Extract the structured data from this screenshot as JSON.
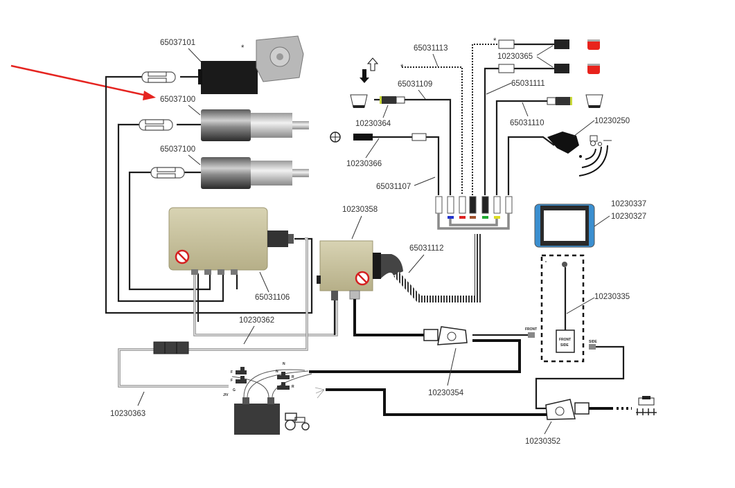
{
  "diagram": {
    "title": "Sprayer control system wiring diagram",
    "highlight_color": "#e52420",
    "highlight_target": "65037100",
    "parts": {
      "motor_top": "65037101",
      "motor_mid": "65037100",
      "motor_low": "65037100",
      "control_box": "65031106",
      "junction_box": "10230358",
      "cable_65031112": "65031112",
      "cable_10230362": "10230362",
      "cable_10230363": "10230363",
      "cable_65031113": "65031113",
      "cable_65031109": "65031109",
      "sensor_10230364": "10230364",
      "sensor_10230366": "10230366",
      "cable_65031107": "65031107",
      "lamps_10230365": "10230365",
      "cable_65031111": "65031111",
      "cable_65031110": "65031110",
      "sensor_10230250": "10230250",
      "terminal_a": "10230337",
      "terminal_b": "10230327",
      "cable_10230335": "10230335",
      "connector_10230354": "10230354",
      "connector_10230352": "10230352"
    },
    "asterisk": "*",
    "small_labels": {
      "front": "FRONT",
      "side": "SIDE",
      "box_line1": "FRONT",
      "box_line2": "SIDE",
      "batt_f1": "F",
      "batt_f2": "F",
      "batt_n1": "N",
      "batt_n2": "N",
      "batt_r1": "R",
      "batt_r2": "R",
      "batt_g": "G",
      "batt_jv": "J/V"
    },
    "connector_colors": [
      "#ffffff",
      "#2233cc",
      "#dd2222",
      "#a0522d",
      "#22aa33",
      "#dddd22",
      "#ffffff"
    ],
    "lamp_color": "#e8231c",
    "terminal_accent": "#3b8fd0",
    "box_color": "#c9c3a0"
  }
}
